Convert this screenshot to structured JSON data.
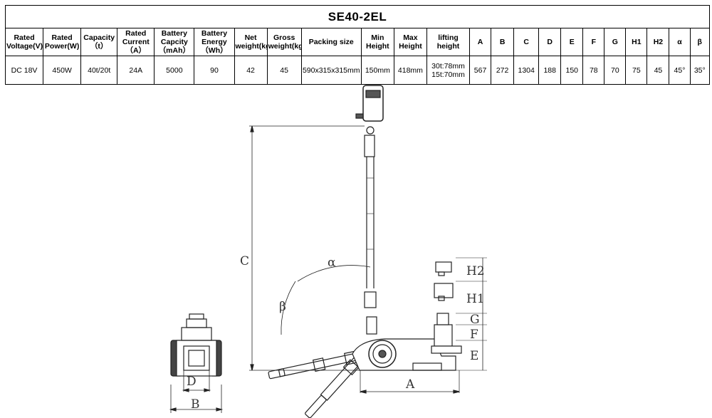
{
  "title": "SE40-2EL",
  "headers": [
    "Rated Voltage(V)",
    "Rated Power(W)",
    "Capacity （t）",
    "Rated Current （A）",
    "Battery Capcity （mAh）",
    "Battery Energy （Wh）",
    "Net weight(kg)",
    "Gross weight(kg)",
    "Packing size",
    "Min Height",
    "Max Height",
    "lifting height",
    "A",
    "B",
    "C",
    "D",
    "E",
    "F",
    "G",
    "H1",
    "H2",
    "α",
    "β"
  ],
  "values": [
    "DC 18V",
    "450W",
    "40t/20t",
    "24A",
    "5000",
    "90",
    "42",
    "45",
    "590x315x315mm",
    "150mm",
    "418mm",
    "30t:78mm\n15t:70mm",
    "567",
    "272",
    "1304",
    "188",
    "150",
    "78",
    "70",
    "75",
    "45",
    "45°",
    "35°"
  ],
  "drawing": {
    "labels": {
      "A": "A",
      "B": "B",
      "C": "C",
      "D": "D",
      "E": "E",
      "F": "F",
      "G": "G",
      "H1": "H1",
      "H2": "H2",
      "alpha": "α",
      "beta": "β"
    }
  }
}
